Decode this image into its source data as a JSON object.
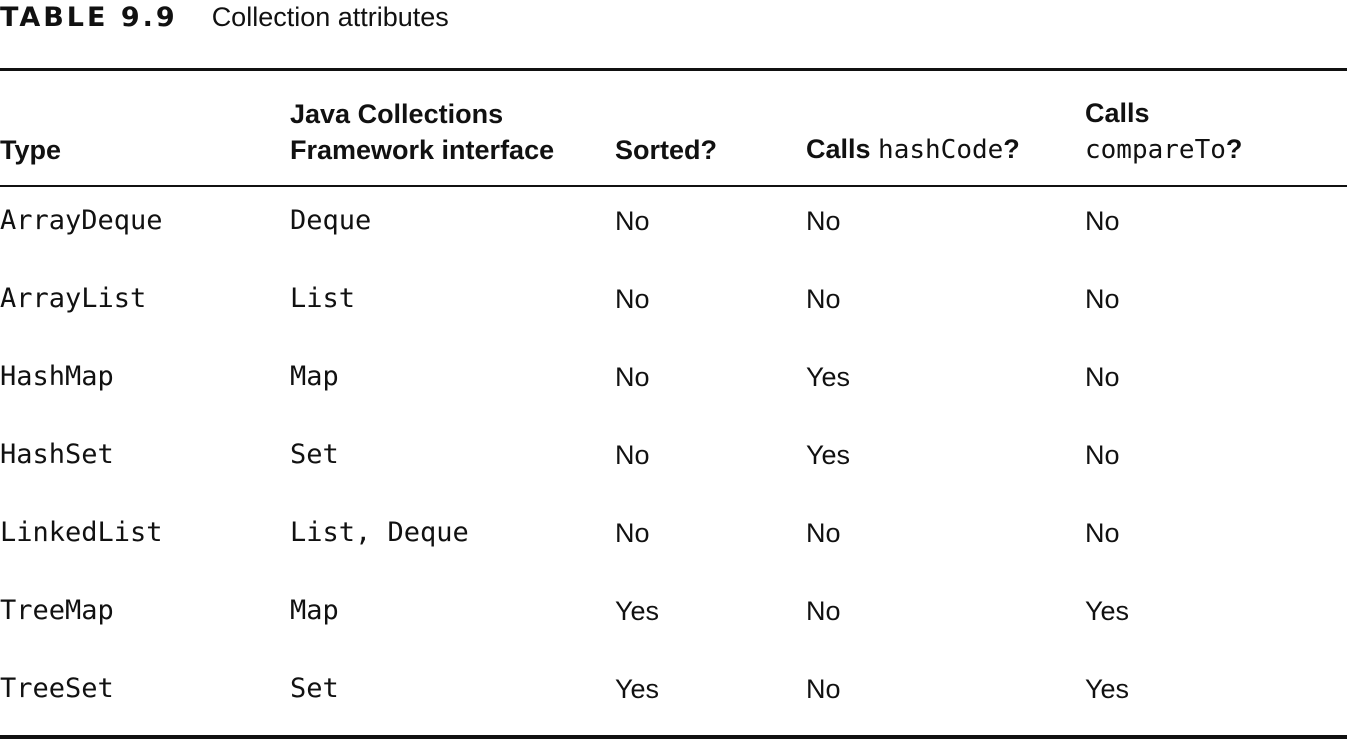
{
  "caption": {
    "label": "TABLE 9.9",
    "title": "Collection attributes"
  },
  "header": {
    "type": "Type",
    "interface_line1": "Java Collections",
    "interface_line2": "Framework interface",
    "sorted": "Sorted?",
    "hashcode_prefix": "Calls ",
    "hashcode_code": "hashCode",
    "hashcode_suffix": "?",
    "compareto_line1": "Calls",
    "compareto_code": "compareTo",
    "compareto_suffix": "?"
  },
  "rows": [
    {
      "type": "ArrayDeque",
      "interface": "Deque",
      "sorted": "No",
      "hashcode": "No",
      "compareto": "No"
    },
    {
      "type": "ArrayList",
      "interface": "List",
      "sorted": "No",
      "hashcode": "No",
      "compareto": "No"
    },
    {
      "type": "HashMap",
      "interface": "Map",
      "sorted": "No",
      "hashcode": "Yes",
      "compareto": "No"
    },
    {
      "type": "HashSet",
      "interface": "Set",
      "sorted": "No",
      "hashcode": "Yes",
      "compareto": "No"
    },
    {
      "type": "LinkedList",
      "interface": "List, Deque",
      "sorted": "No",
      "hashcode": "No",
      "compareto": "No"
    },
    {
      "type": "TreeMap",
      "interface": "Map",
      "sorted": "Yes",
      "hashcode": "No",
      "compareto": "Yes"
    },
    {
      "type": "TreeSet",
      "interface": "Set",
      "sorted": "Yes",
      "hashcode": "No",
      "compareto": "Yes"
    }
  ]
}
